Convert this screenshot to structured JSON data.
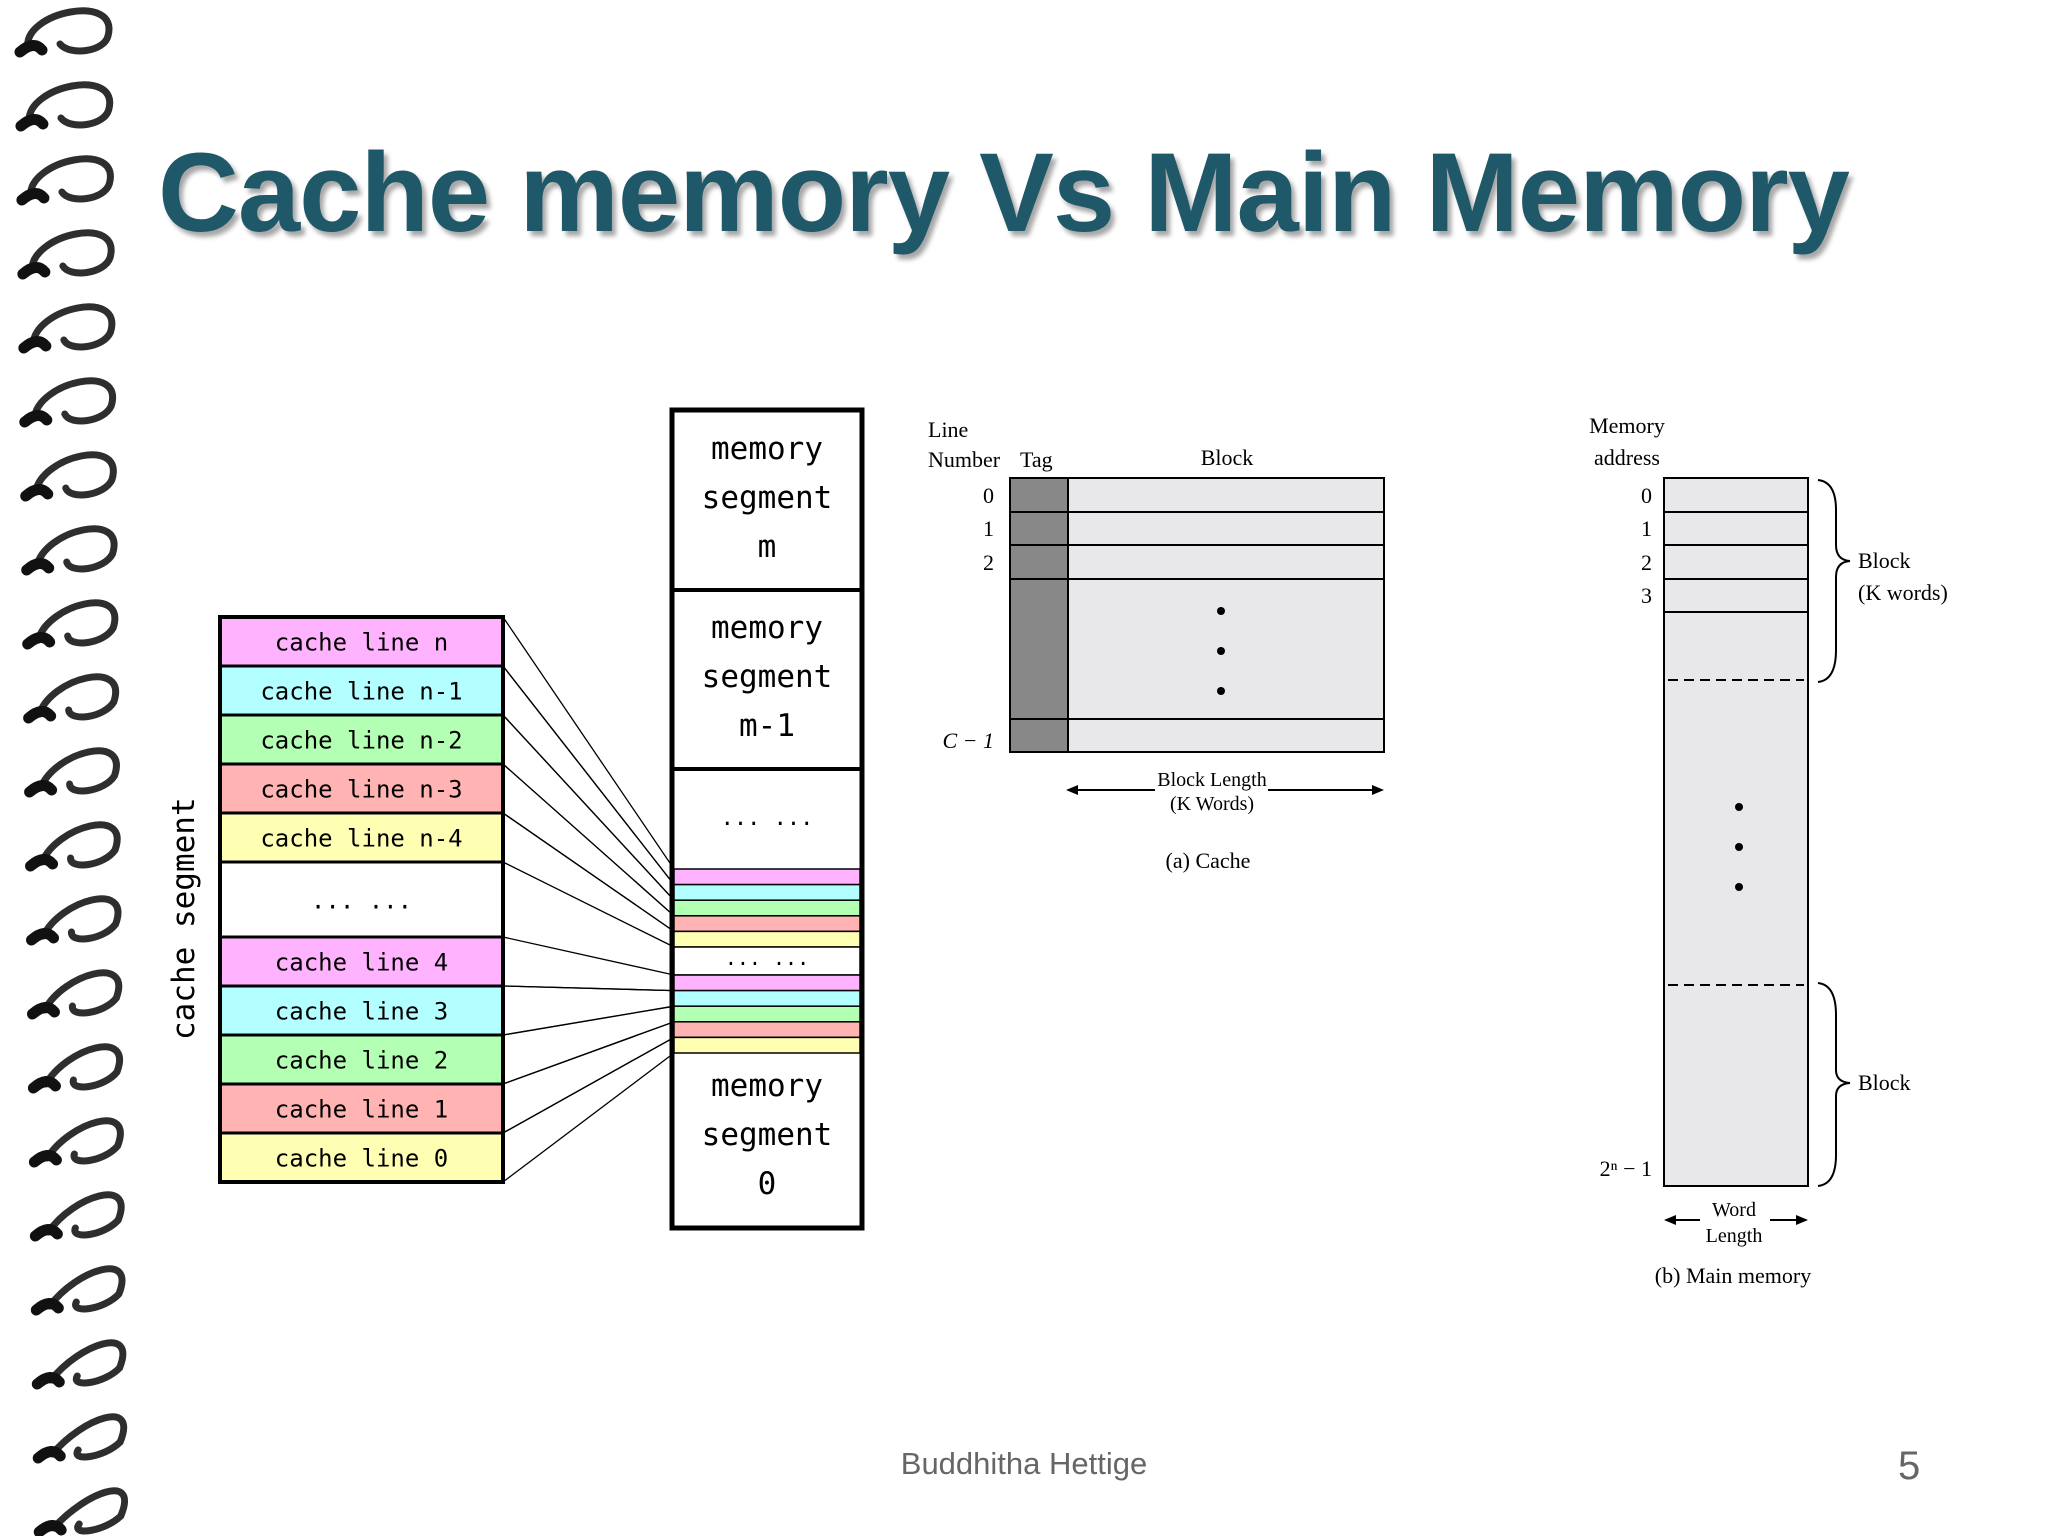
{
  "slide": {
    "title": "Cache memory Vs Main Memory",
    "footer": "Buddhitha Hettige",
    "page_number": "5"
  },
  "left_diagram": {
    "cache_segment_label": "cache segment",
    "cache_lines": [
      {
        "label": "cache line n",
        "color": "#ffb3ff"
      },
      {
        "label": "cache line n-1",
        "color": "#b3ffff"
      },
      {
        "label": "cache line n-2",
        "color": "#b3ffb3"
      },
      {
        "label": "cache line n-3",
        "color": "#ffb3b3"
      },
      {
        "label": "cache line n-4",
        "color": "#ffffb3"
      },
      {
        "label": "... ...",
        "color": "#ffffff"
      },
      {
        "label": "cache line 4",
        "color": "#ffb3ff"
      },
      {
        "label": "cache line 3",
        "color": "#b3ffff"
      },
      {
        "label": "cache line 2",
        "color": "#b3ffb3"
      },
      {
        "label": "cache line 1",
        "color": "#ffb3b3"
      },
      {
        "label": "cache line 0",
        "color": "#ffffb3"
      }
    ],
    "memory_segments": {
      "m": [
        "memory",
        "segment",
        "m"
      ],
      "m_minus_1": [
        "memory",
        "segment",
        "m-1"
      ],
      "ellipsis_top": "... ...",
      "ellipsis_mid": "... ...",
      "zero": [
        "memory",
        "segment",
        "0"
      ]
    }
  },
  "cache_figure": {
    "line_number_header": [
      "Line",
      "Number"
    ],
    "tag_header": "Tag",
    "block_header": "Block",
    "row_labels": [
      "0",
      "1",
      "2",
      "C − 1"
    ],
    "block_length_label": [
      "Block Length",
      "(K Words)"
    ],
    "caption": "(a) Cache"
  },
  "main_memory_figure": {
    "address_header": [
      "Memory",
      "address"
    ],
    "row_labels": [
      "0",
      "1",
      "2",
      "3",
      "2ⁿ − 1"
    ],
    "block_label_top": [
      "Block",
      "(K words)"
    ],
    "block_label_bottom": "Block",
    "word_length_label": [
      "Word",
      "Length"
    ],
    "caption": "(b) Main memory"
  },
  "colors": {
    "title": "#1f5868",
    "cache_gray": "#888888",
    "memory_fill": "#e8e8ea",
    "magenta": "#ffb3ff",
    "cyan": "#b3ffff",
    "green": "#b3ffb3",
    "pink": "#ffb3b3",
    "yellow": "#ffffb3"
  }
}
